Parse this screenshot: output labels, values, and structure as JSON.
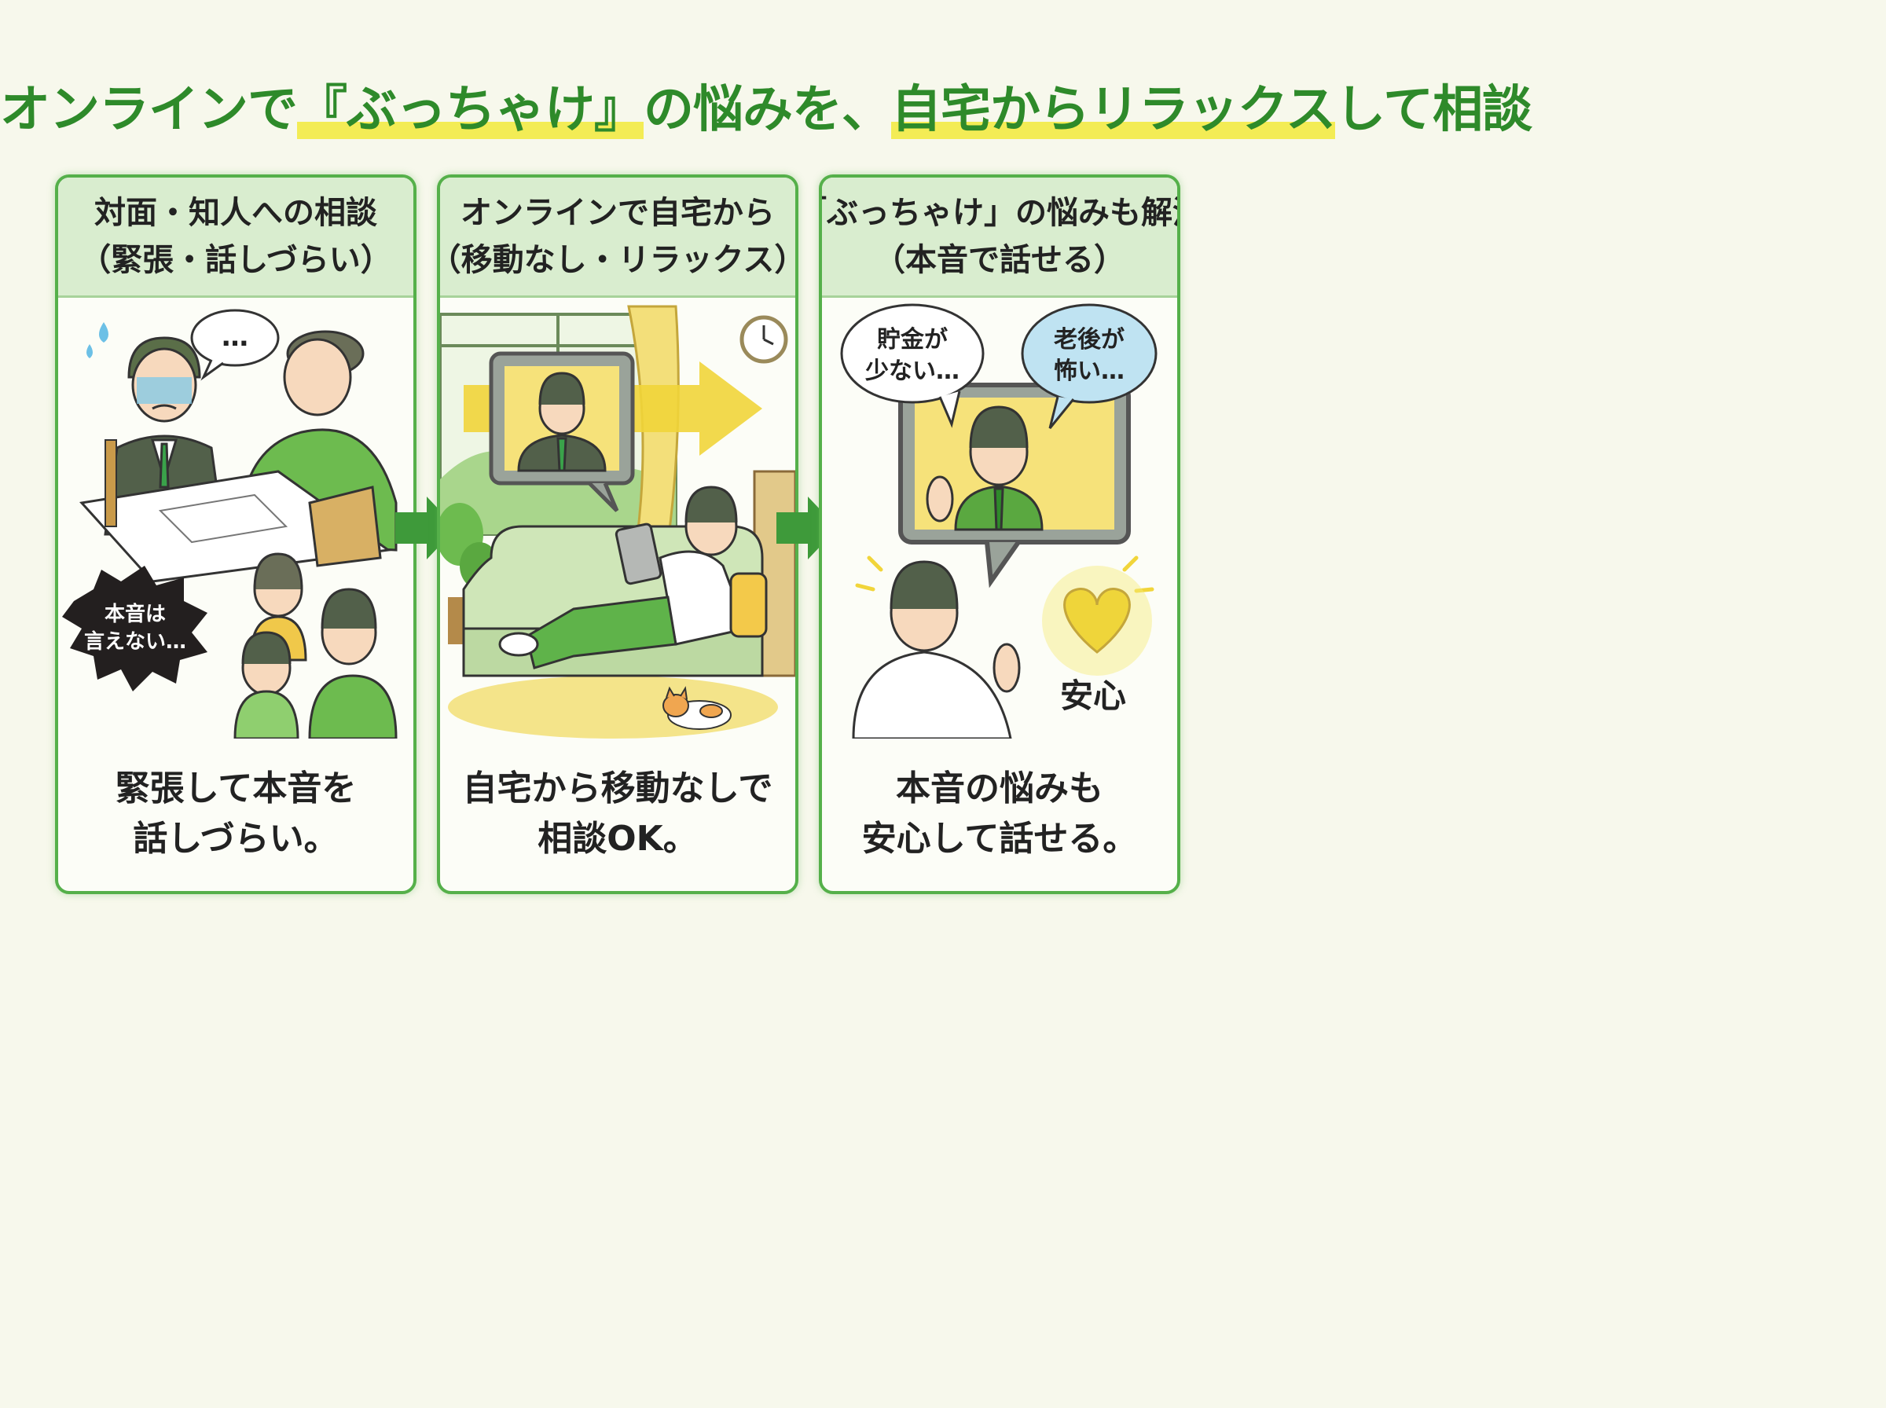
{
  "header": {
    "title_part1": "オンラインで",
    "title_highlight1": "『ぶっちゃけ』",
    "title_part2": "の悩みを、",
    "title_highlight2": "自宅からリラックス",
    "title_part3": "して相談"
  },
  "panels": [
    {
      "heading_line1": "対面・知人への相談",
      "heading_line2": "（緊張・話しづらい）",
      "speech_dots": "…",
      "burst_line1": "本音は",
      "burst_line2": "言えない…",
      "caption_line1": "緊張して本音を",
      "caption_line2": "話しづらい。"
    },
    {
      "heading_line1": "オンラインで自宅から",
      "heading_line2": "（移動なし・リラックス）",
      "caption_line1": "自宅から移動なしで",
      "caption_line2": "相談OK。"
    },
    {
      "heading_line1": "「ぶっちゃけ」の悩みも解決",
      "heading_line2": "（本音で話せる）",
      "bubble1_line1": "貯金が",
      "bubble1_line2": "少ない…",
      "bubble2_line1": "老後が",
      "bubble2_line2": "怖い…",
      "relief_label": "安心",
      "caption_line1": "本音の悩みも",
      "caption_line2": "安心して話せる。"
    }
  ],
  "colors": {
    "brand_green": "#2e8a2a",
    "panel_border": "#55b04a",
    "header_fill": "#d9edcf",
    "highlight_yellow": "#f3ec55",
    "arrow_green": "#3e9a3a"
  },
  "icons": [
    "arrow-right-icon",
    "heart-icon",
    "clock-icon",
    "tablet-icon",
    "cat-icon",
    "sweat-drop-icon"
  ]
}
